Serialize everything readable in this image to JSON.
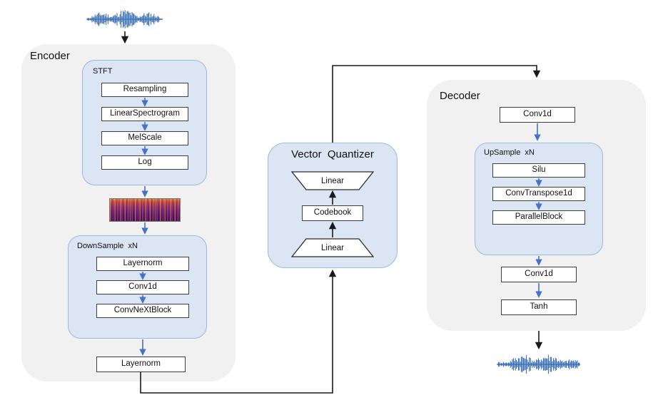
{
  "colors": {
    "container_bg": "#f1f1f2",
    "block_bg": "#dbe5f4",
    "block_border": "#9fb8de",
    "box_border": "#3f3f3f",
    "arrow_blue": "#4472c4",
    "arrow_black": "#1a1a1a",
    "waveform_blue": "#2d66ae"
  },
  "input": {
    "icon": "audio-waveform"
  },
  "encoder": {
    "label": "Encoder",
    "stft": {
      "label": "STFT",
      "items": [
        "Resampling",
        "LinearSpectrogram",
        "MelScale",
        "Log"
      ]
    },
    "spectrogram_icon": "mel-spectrogram",
    "downsample": {
      "label": "DownSample xN",
      "items": [
        "Layernorm",
        "Conv1d",
        "ConvNeXtBlock"
      ]
    },
    "output_box": "Layernorm"
  },
  "quantizer": {
    "label": "Vector Quantizer",
    "linear_top": "Linear",
    "codebook": "Codebook",
    "linear_bottom": "Linear"
  },
  "decoder": {
    "label": "Decoder",
    "input_box": "Conv1d",
    "upsample": {
      "label": "UpSample xN",
      "items": [
        "Silu",
        "ConvTranspose1d",
        "ParallelBlock"
      ]
    },
    "conv_box": "Conv1d",
    "tanh_box": "Tanh"
  },
  "output": {
    "icon": "audio-waveform"
  }
}
